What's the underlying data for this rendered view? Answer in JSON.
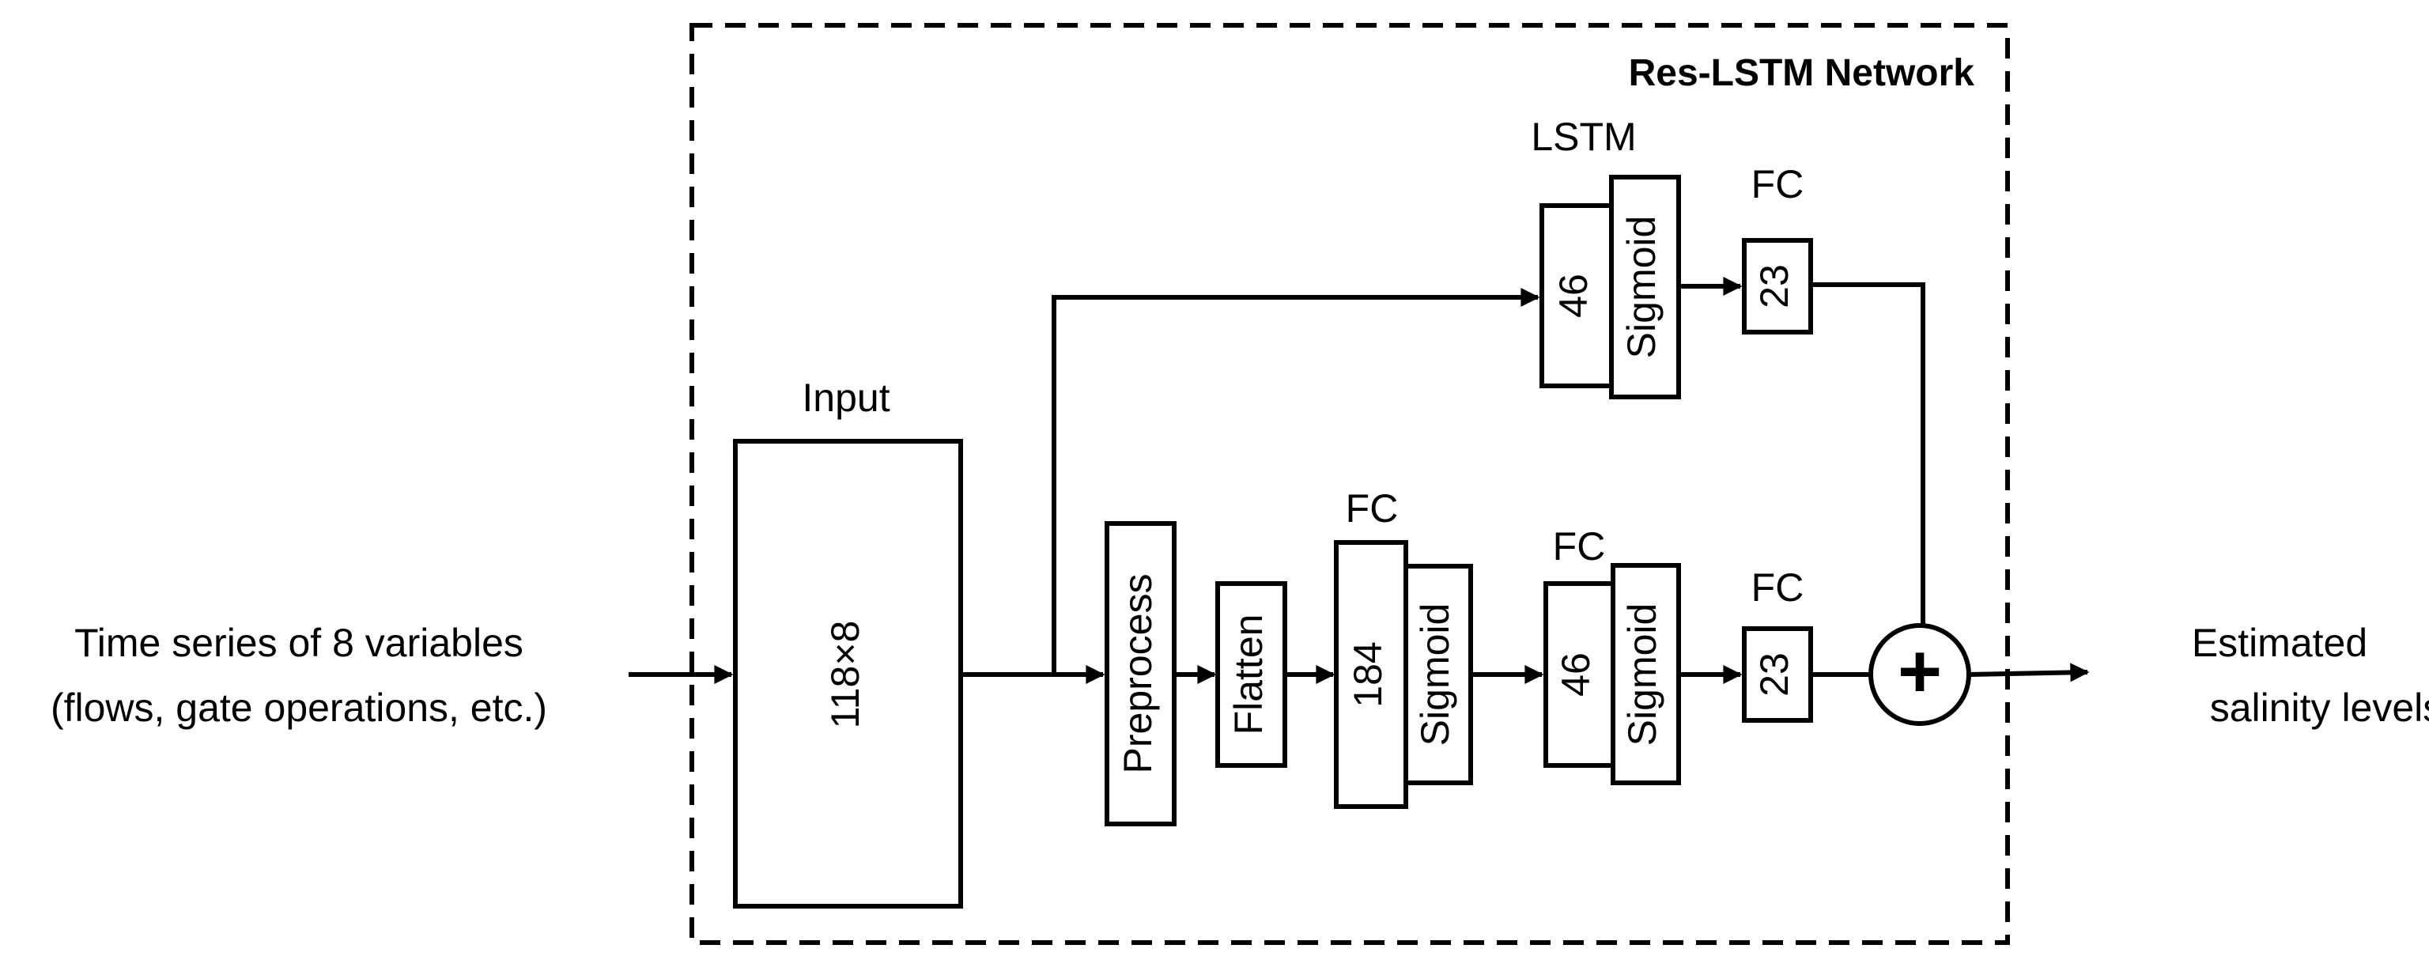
{
  "title": "Res-LSTM Network",
  "input_text": {
    "line1": "Time series of 8 variables",
    "line2": "(flows, gate operations, etc.)"
  },
  "output_text": {
    "line1": "Estimated",
    "line2": "salinity levels"
  },
  "input_block": {
    "label": "Input",
    "value": "118×8"
  },
  "preprocess": "Preprocess",
  "flatten": "Flatten",
  "lstm": {
    "label": "LSTM",
    "units": "46",
    "activation": "Sigmoid"
  },
  "fc_top": {
    "label": "FC",
    "units": "23"
  },
  "fc1": {
    "label": "FC",
    "units": "184",
    "activation": "Sigmoid"
  },
  "fc2": {
    "label": "FC",
    "units": "46",
    "activation": "Sigmoid"
  },
  "fc3": {
    "label": "FC",
    "units": "23"
  },
  "sum_symbol": "+"
}
